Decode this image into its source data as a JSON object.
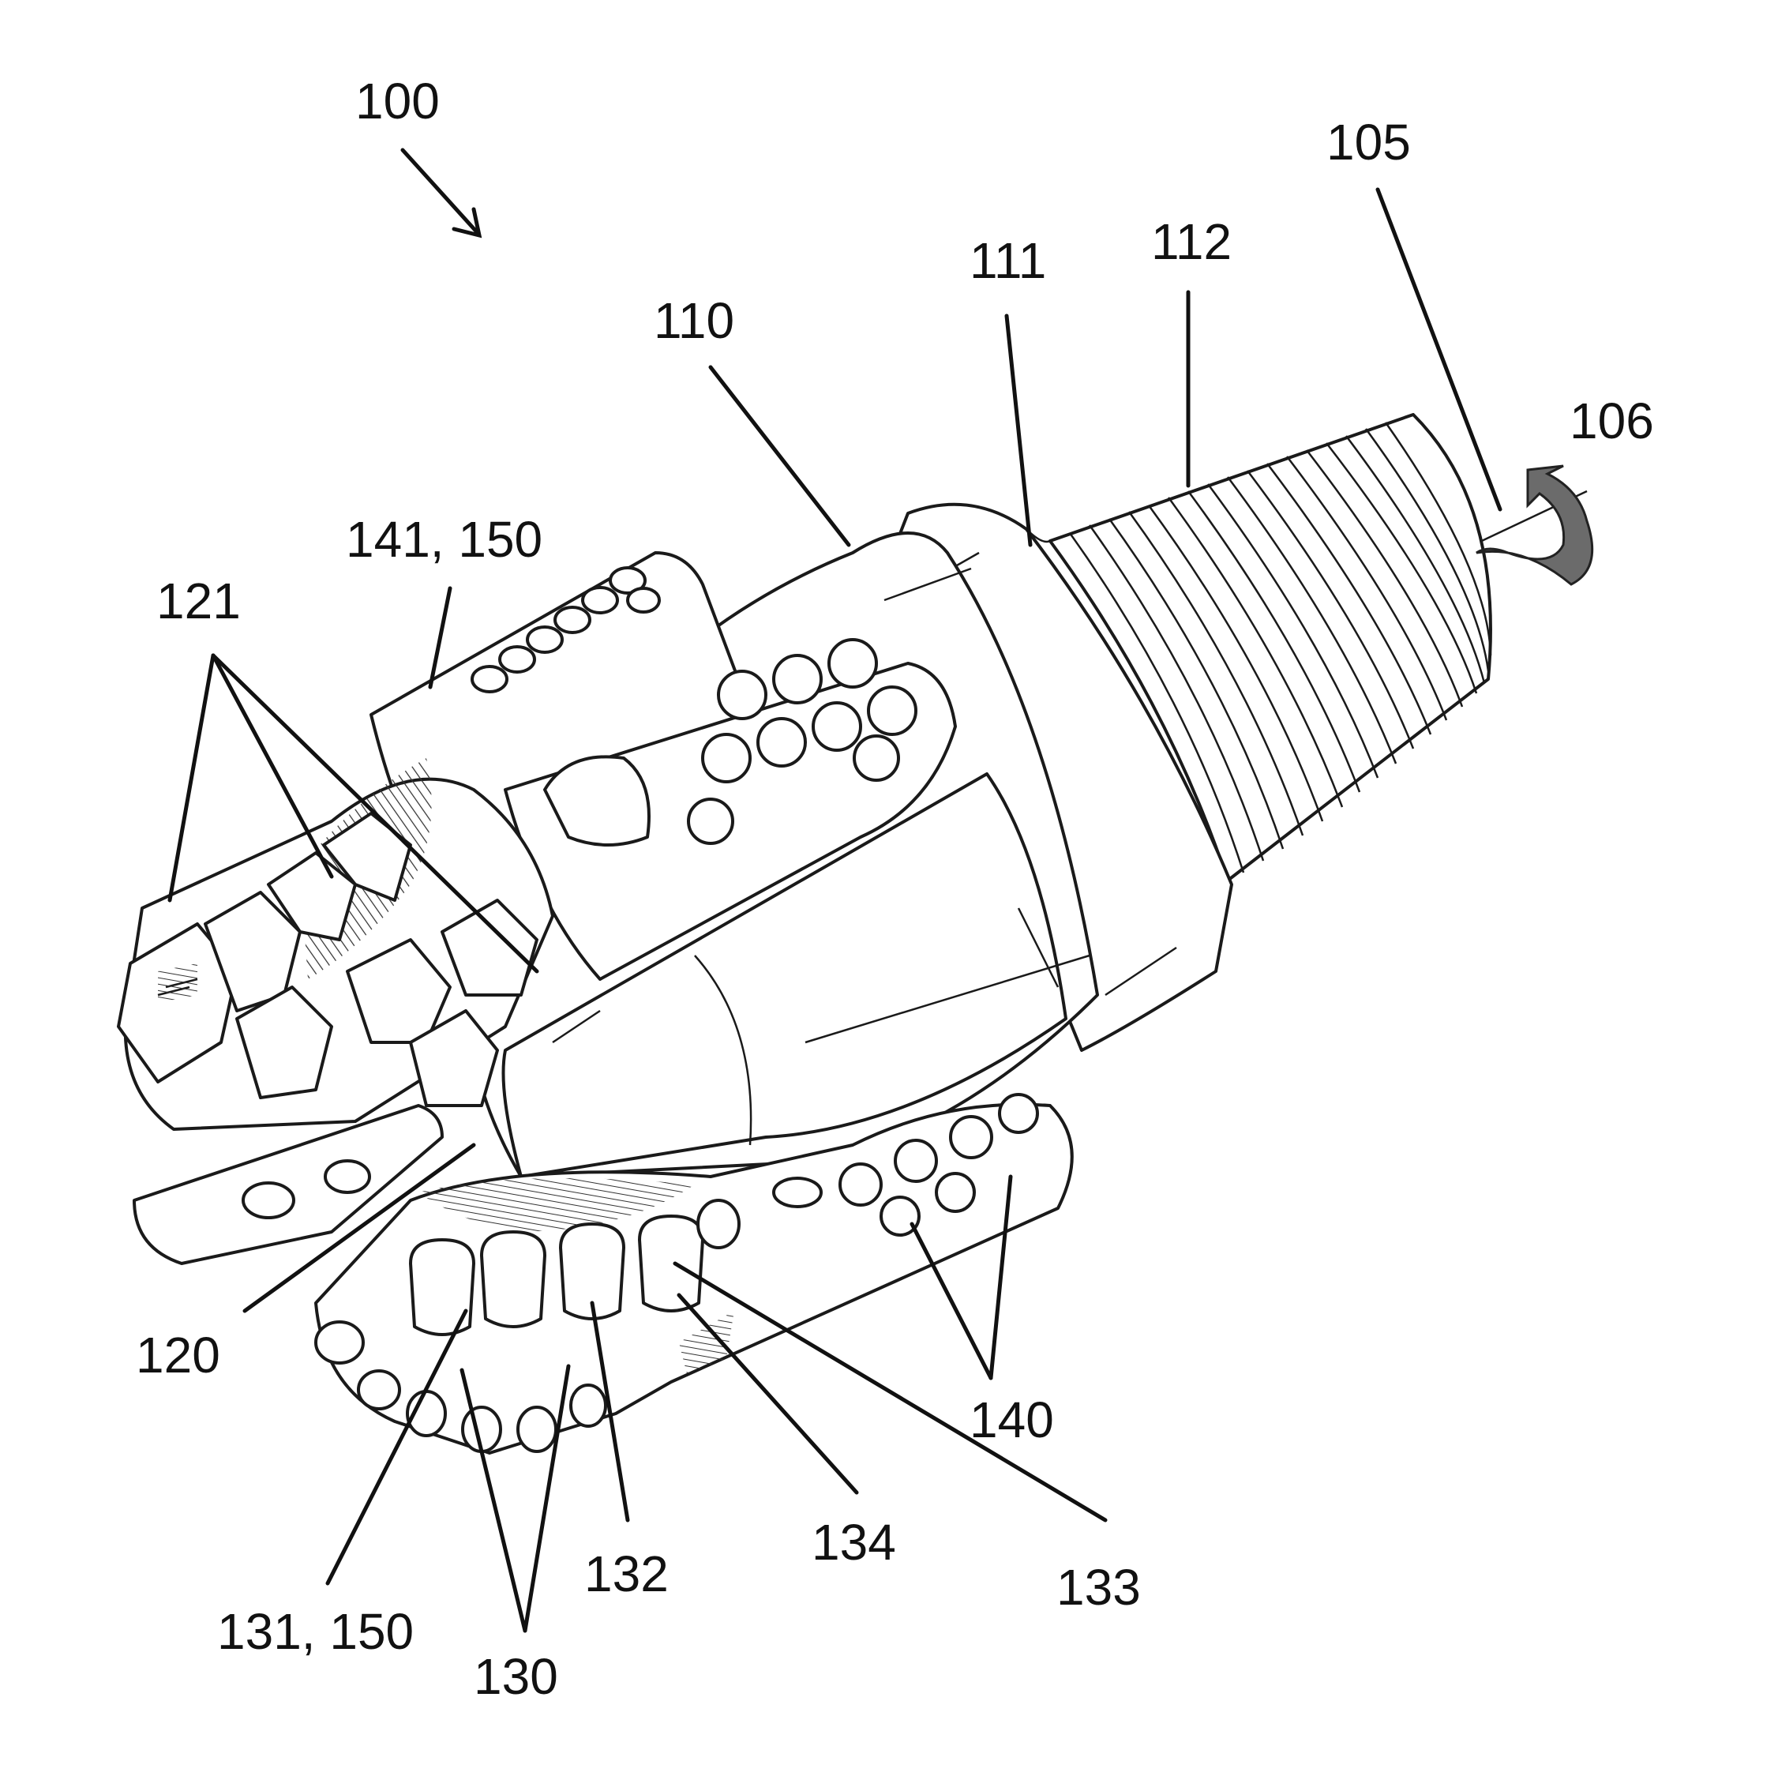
{
  "labels": {
    "l100": "100",
    "l105": "105",
    "l106": "106",
    "l110": "110",
    "l111": "111",
    "l112": "112",
    "l120": "120",
    "l121": "121",
    "l130": "130",
    "l131": "131, 150",
    "l132": "132",
    "l133": "133",
    "l134": "134",
    "l140": "140",
    "l141": "141, 150"
  },
  "colors": {
    "line": "#1a1a1a",
    "rotation_arrow": "#6b6b6b",
    "background": "#ffffff"
  }
}
